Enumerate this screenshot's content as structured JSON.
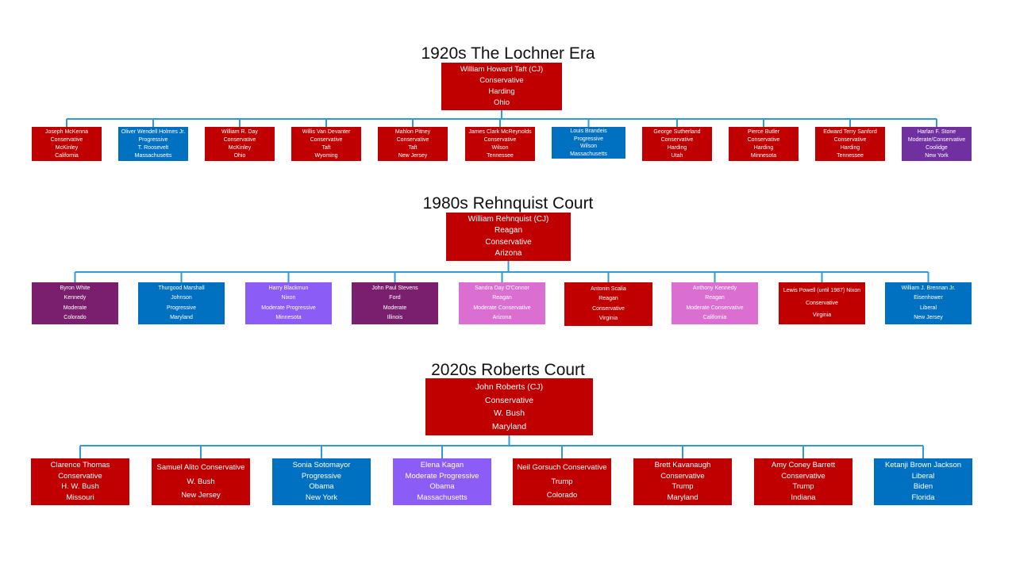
{
  "colors": {
    "conservative": "#c00000",
    "progressive": "#0070c0",
    "moderate": "#7030a0",
    "moderate_progressive": "#8b5cf6",
    "moderate_conservative": "#da6fd1",
    "connector": "#2e9bd6"
  },
  "sections": [
    {
      "title": "1920s The Lochner Era",
      "chief": {
        "lines": [
          "William Howard Taft (CJ)",
          "Conservative",
          "Harding",
          "Ohio"
        ],
        "color": "#c00000"
      },
      "justices": [
        {
          "lines": [
            "Joseph McKenna",
            "Conservative",
            "McKinley",
            "California"
          ],
          "color": "#c00000"
        },
        {
          "lines": [
            "Oliver Wendell Holmes Jr.",
            "Progressive",
            "T. Roosevelt",
            "Massachusetts"
          ],
          "color": "#0070c0"
        },
        {
          "lines": [
            "William R. Day",
            "Conservative",
            "McKinley",
            "Ohio"
          ],
          "color": "#c00000"
        },
        {
          "lines": [
            "Willis Van Devanter",
            "Conservative",
            "Taft",
            "Wyoming"
          ],
          "color": "#c00000"
        },
        {
          "lines": [
            "Mahlon Pitney",
            "Conservative",
            "Taft",
            "New Jersey"
          ],
          "color": "#c00000"
        },
        {
          "lines": [
            "James Clark McReynolds",
            "Conservative",
            "Wilson",
            "Tennessee"
          ],
          "color": "#c00000"
        },
        {
          "lines": [
            "Louis Brandeis",
            "Progressive",
            "Wilson",
            "Massachusetts"
          ],
          "color": "#0070c0"
        },
        {
          "lines": [
            "George Sutherland",
            "Conservative",
            "Harding",
            "Utah"
          ],
          "color": "#c00000"
        },
        {
          "lines": [
            "Pierce Butler",
            "Conservative",
            "Harding",
            "Minnesota"
          ],
          "color": "#c00000"
        },
        {
          "lines": [
            "Edward Terry Sanford",
            "Conservative",
            "Harding",
            "Tennessee"
          ],
          "color": "#c00000"
        },
        {
          "lines": [
            "Harlan F. Stone",
            "Moderate/Conservative",
            "Coolidge",
            "New York"
          ],
          "color": "#7030a0"
        }
      ]
    },
    {
      "title": "1980s Rehnquist Court",
      "chief": {
        "lines": [
          "William Rehnquist (CJ)",
          "Reagan",
          "Conservative",
          "Arizona"
        ],
        "color": "#c00000"
      },
      "justices": [
        {
          "lines": [
            "Byron White",
            "Kennedy",
            "Moderate",
            "Colorado"
          ],
          "color": "#7a1f6e"
        },
        {
          "lines": [
            "Thurgood Marshall",
            "Johnson",
            "Progressive",
            "Maryland"
          ],
          "color": "#0070c0"
        },
        {
          "lines": [
            "Harry Blackmun",
            "Nixon",
            "Moderate Progressive",
            "Minnesota"
          ],
          "color": "#8b5cf6"
        },
        {
          "lines": [
            "John Paul Stevens",
            "Ford",
            "Moderate",
            "Illinois"
          ],
          "color": "#7a1f6e"
        },
        {
          "lines": [
            "Sandra Day O'Connor",
            "Reagan",
            "Moderate Conservative",
            "Arizona"
          ],
          "color": "#da6fd1"
        },
        {
          "lines": [
            "Antonin Scalia",
            "Reagan",
            "Conservative",
            "Virginia"
          ],
          "color": "#c00000"
        },
        {
          "lines": [
            "Anthony Kennedy",
            "Reagan",
            "Moderate Conservative",
            "California"
          ],
          "color": "#da6fd1"
        },
        {
          "lines": [
            "Lewis Powell (until 1987) Nixon",
            "Conservative",
            "Virginia"
          ],
          "color": "#c00000"
        },
        {
          "lines": [
            "William J. Brennan Jr.",
            "Eisenhower",
            "Liberal",
            "New Jersey"
          ],
          "color": "#0070c0"
        }
      ]
    },
    {
      "title": "2020s Roberts Court",
      "chief": {
        "lines": [
          "John Roberts (CJ)",
          "Conservative",
          "W. Bush",
          "Maryland"
        ],
        "color": "#c00000"
      },
      "justices": [
        {
          "lines": [
            "Clarence Thomas",
            "Conservative",
            "H. W. Bush",
            "Missouri"
          ],
          "color": "#c00000"
        },
        {
          "lines": [
            "Samuel Alito Conservative",
            "W. Bush",
            "New Jersey"
          ],
          "color": "#c00000"
        },
        {
          "lines": [
            "Sonia Sotomayor",
            "Progressive",
            "Obama",
            "New York"
          ],
          "color": "#0070c0"
        },
        {
          "lines": [
            "Elena Kagan",
            "Moderate Progressive",
            "Obama",
            "Massachusetts"
          ],
          "color": "#8b5cf6"
        },
        {
          "lines": [
            "Neil Gorsuch Conservative",
            "Trump",
            "Colorado"
          ],
          "color": "#c00000"
        },
        {
          "lines": [
            "Brett Kavanaugh",
            "Conservative",
            "Trump",
            "Maryland"
          ],
          "color": "#c00000"
        },
        {
          "lines": [
            "Amy Coney Barrett",
            "Conservative",
            "Trump",
            "Indiana"
          ],
          "color": "#c00000"
        },
        {
          "lines": [
            "Ketanji Brown Jackson",
            "Liberal",
            "Biden",
            "Florida"
          ],
          "color": "#0070c0"
        }
      ]
    }
  ]
}
